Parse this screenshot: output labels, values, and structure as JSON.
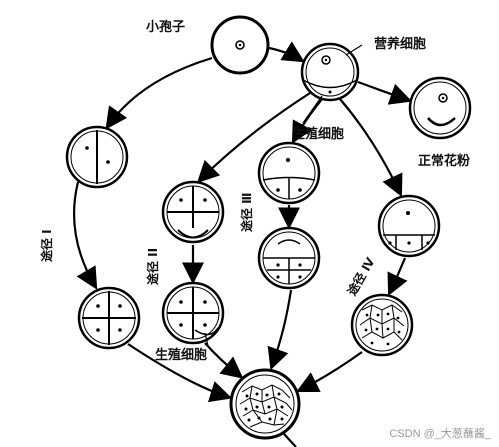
{
  "labels": {
    "microspore": "小孢子",
    "vegetative_cell": "营养细胞",
    "generative_cell_top": "生殖细胞",
    "normal_pollen": "正常花粉",
    "generative_cell_bottom": "生殖细胞",
    "pathway_1": "途径 I",
    "pathway_2": "途径 II",
    "pathway_3": "途径 Ⅲ",
    "pathway_4": "途径 Ⅳ"
  },
  "watermark": "CSDN @_大葱蘸酱_"
}
